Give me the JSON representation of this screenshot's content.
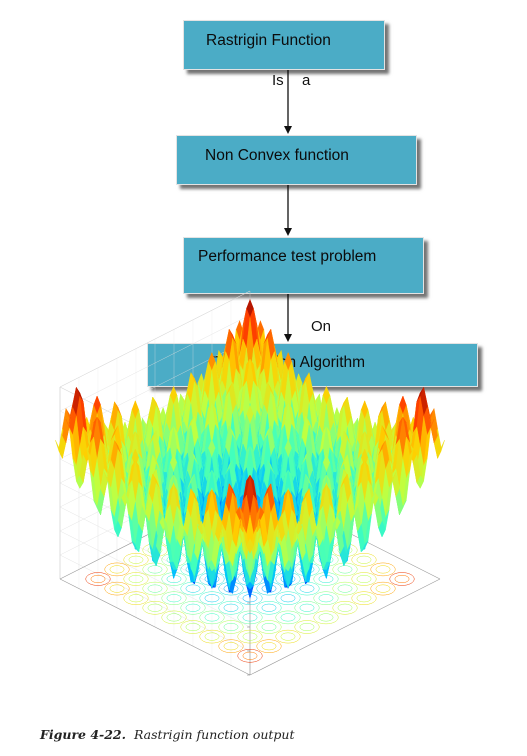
{
  "flow": {
    "box1": "Rastrigin Function",
    "box2": "Non Convex function",
    "box3": "Performance test problem",
    "box4": "Optimization Algorithm",
    "label_is": "Is",
    "label_a": "a",
    "label_on": "On"
  },
  "plot": {
    "title": "Rastrigin function",
    "colormap": [
      "#00008f",
      "#0040ff",
      "#00c0ff",
      "#40ffbf",
      "#c0ff40",
      "#ffcf00",
      "#ff4000",
      "#8f0000"
    ]
  },
  "caption": {
    "figure_label": "Figure 4-22.",
    "text": "Rastrigin function output"
  }
}
